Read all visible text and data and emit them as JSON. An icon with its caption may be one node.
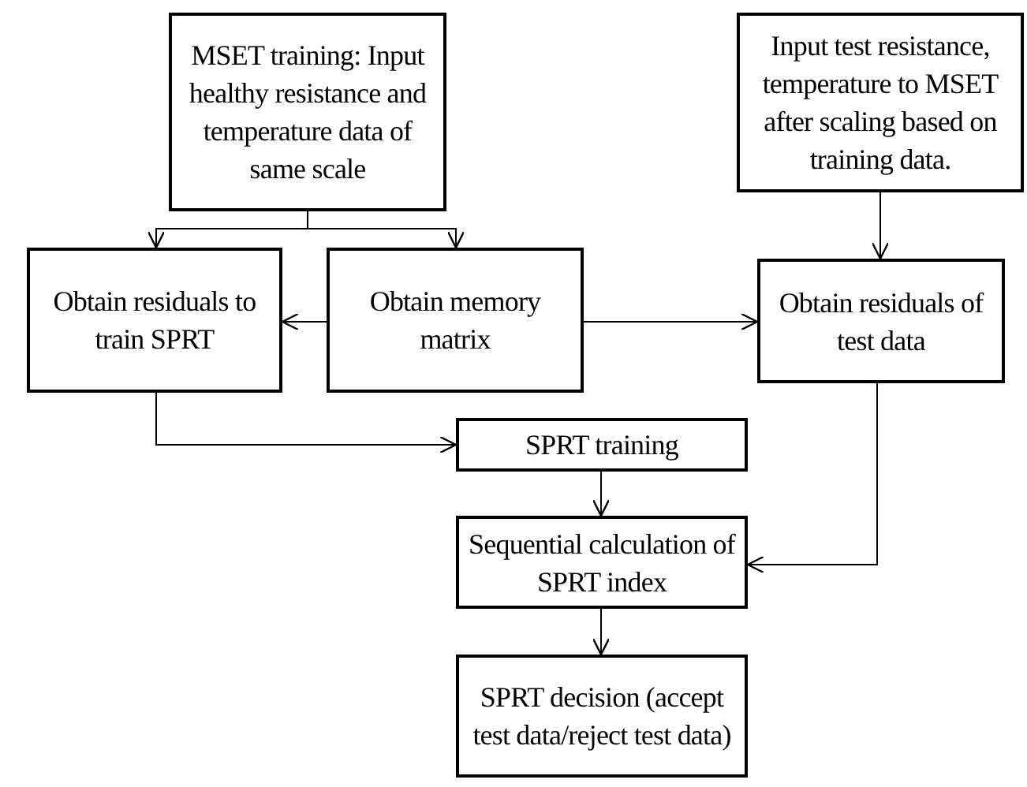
{
  "diagram": {
    "nodes": [
      {
        "text": [
          "MSET training: Input healthy resistance and temperature data of same scale"
        ]
      },
      {
        "text": [
          "Input test resistance, temperature to MSET after scaling based on training data."
        ]
      },
      {
        "text": [
          "Obtain residuals to train SPRT"
        ]
      },
      {
        "text": [
          "Obtain memory matrix"
        ]
      },
      {
        "text": [
          "Obtain residuals of test data"
        ]
      },
      {
        "text": [
          "SPRT training"
        ]
      },
      {
        "text": [
          "Sequential calculation of SPRT index"
        ]
      },
      {
        "text": [
          "SPRT decision (accept test data/reject test data)"
        ]
      }
    ],
    "edges": [
      {
        "from": 0,
        "to": 2,
        "arrow": "to"
      },
      {
        "from": 0,
        "to": 3,
        "arrow": "to"
      },
      {
        "from": 3,
        "to": 2,
        "arrow": "to"
      },
      {
        "from": 3,
        "to": 4,
        "arrow": "to"
      },
      {
        "from": 1,
        "to": 4,
        "arrow": "to"
      },
      {
        "from": 2,
        "to": 5,
        "arrow": "to"
      },
      {
        "from": 5,
        "to": 6,
        "arrow": "to"
      },
      {
        "from": 4,
        "to": 6,
        "arrow": "to"
      },
      {
        "from": 6,
        "to": 7,
        "arrow": "to"
      }
    ]
  }
}
